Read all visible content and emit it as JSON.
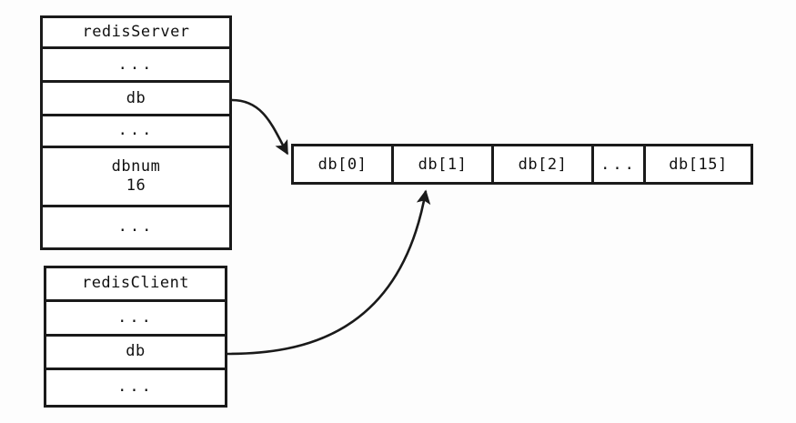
{
  "diagram": {
    "title": "redisServer / redisClient db pointer diagram",
    "background_color": "#fdfdfd",
    "line_color": "#1a1a1a",
    "text_color": "#111111"
  },
  "server_struct": {
    "name": "redisServer",
    "rows": [
      {
        "label": "redisServer",
        "kind": "title"
      },
      {
        "label": "...",
        "kind": "ellipsis"
      },
      {
        "label": "db",
        "kind": "field"
      },
      {
        "label": "...",
        "kind": "ellipsis"
      },
      {
        "label": "dbnum",
        "value": "16",
        "kind": "field-value"
      },
      {
        "label": "...",
        "kind": "ellipsis"
      }
    ]
  },
  "client_struct": {
    "name": "redisClient",
    "rows": [
      {
        "label": "redisClient",
        "kind": "title"
      },
      {
        "label": "...",
        "kind": "ellipsis"
      },
      {
        "label": "db",
        "kind": "field"
      },
      {
        "label": "...",
        "kind": "ellipsis"
      }
    ]
  },
  "db_array": {
    "cells": [
      {
        "label": "db[0]"
      },
      {
        "label": "db[1]"
      },
      {
        "label": "db[2]"
      },
      {
        "label": "..."
      },
      {
        "label": "db[15]"
      }
    ]
  },
  "arrows": [
    {
      "name": "server-db-to-array",
      "from": "redisServer.db",
      "to": "db-array left edge"
    },
    {
      "name": "client-db-to-db1",
      "from": "redisClient.db",
      "to": "db[1]"
    }
  ]
}
